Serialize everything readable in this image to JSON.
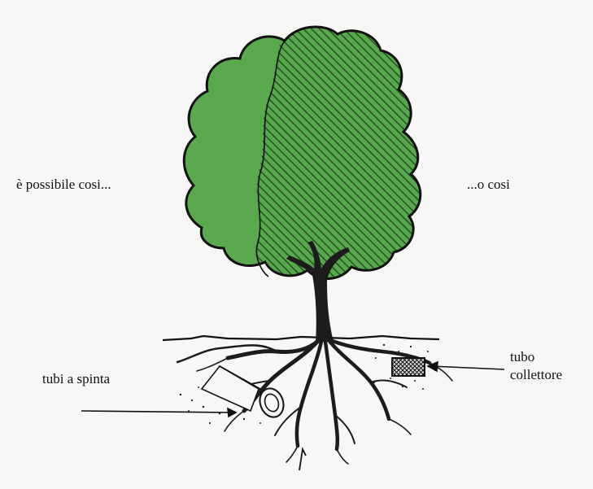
{
  "labels": {
    "left": "è possibile cosi...",
    "right": "...o cosi",
    "tubi_a_spinta": "tubi a spinta",
    "tubo_line1": "tubo",
    "tubo_line2": "collettore"
  },
  "colors": {
    "foliage": "#58a84e",
    "hatch": "#2f5a2a",
    "outline": "#111111",
    "trunk": "#1c1c1c"
  }
}
